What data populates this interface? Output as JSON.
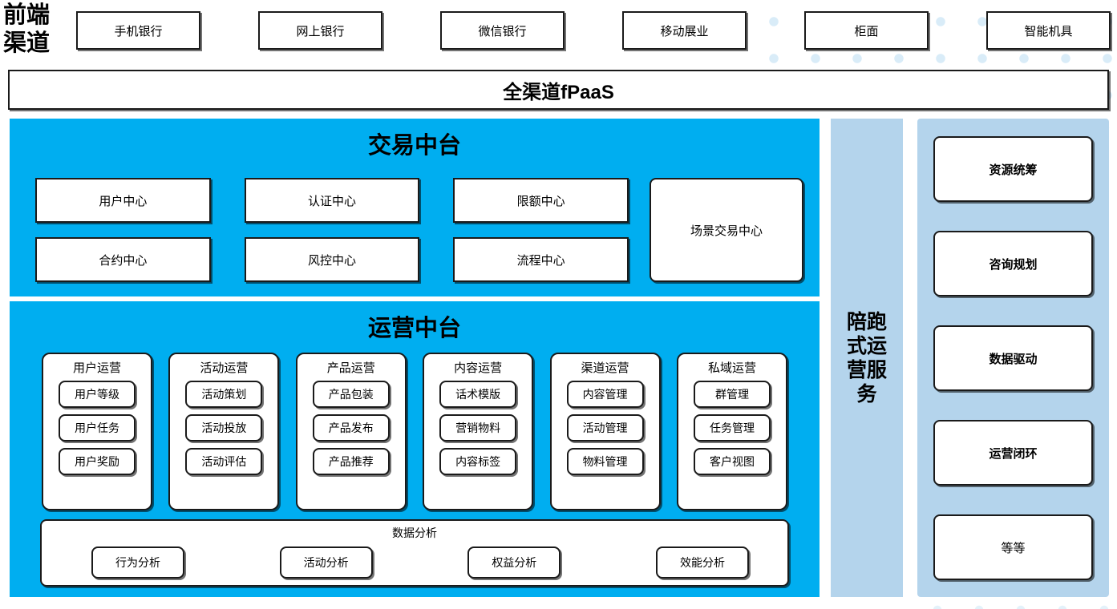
{
  "front_channel": {
    "label": "前端\n渠道",
    "label_line1": "前端",
    "label_line2": "渠道",
    "items": [
      {
        "label": "手机银行"
      },
      {
        "label": "网上银行"
      },
      {
        "label": "微信银行"
      },
      {
        "label": "移动展业"
      },
      {
        "label": "柜面"
      },
      {
        "label": "智能机具"
      }
    ]
  },
  "platform_bar": {
    "label": "全渠道fPaaS"
  },
  "trade_center": {
    "title": "交易中台",
    "cards": [
      {
        "label": "用户中心"
      },
      {
        "label": "认证中心"
      },
      {
        "label": "限额中心"
      },
      {
        "label": "合约中心"
      },
      {
        "label": "风控中心"
      },
      {
        "label": "流程中心"
      }
    ],
    "scene_card": {
      "label": "场景交易中心"
    }
  },
  "ops_center": {
    "title": "运营中台",
    "columns": [
      {
        "title": "用户运营",
        "items": [
          {
            "label": "用户等级"
          },
          {
            "label": "用户任务"
          },
          {
            "label": "用户奖励"
          }
        ]
      },
      {
        "title": "活动运营",
        "items": [
          {
            "label": "活动策划"
          },
          {
            "label": "活动投放"
          },
          {
            "label": "活动评估"
          }
        ]
      },
      {
        "title": "产品运营",
        "items": [
          {
            "label": "产品包装"
          },
          {
            "label": "产品发布"
          },
          {
            "label": "产品推荐"
          }
        ]
      },
      {
        "title": "内容运营",
        "items": [
          {
            "label": "话术模版"
          },
          {
            "label": "营销物料"
          },
          {
            "label": "内容标签"
          }
        ]
      },
      {
        "title": "渠道运营",
        "items": [
          {
            "label": "内容管理"
          },
          {
            "label": "活动管理"
          },
          {
            "label": "物料管理"
          }
        ]
      },
      {
        "title": "私域运营",
        "items": [
          {
            "label": "群管理"
          },
          {
            "label": "任务管理"
          },
          {
            "label": "客户视图"
          }
        ]
      }
    ],
    "data_analysis": {
      "title": "数据分析",
      "items": [
        {
          "label": "行为分析"
        },
        {
          "label": "活动分析"
        },
        {
          "label": "权益分析"
        },
        {
          "label": "效能分析"
        }
      ]
    }
  },
  "accompany_service": {
    "label": "陪跑式运营服务"
  },
  "right_panel": {
    "items": [
      {
        "label": "资源统筹",
        "bold": true
      },
      {
        "label": "咨询规划",
        "bold": true
      },
      {
        "label": "数据驱动",
        "bold": true
      },
      {
        "label": "运营闭环",
        "bold": true
      },
      {
        "label": "等等",
        "bold": false
      }
    ]
  },
  "colors": {
    "cyan_panel": "#00aef0",
    "light_blue_panel": "#b4d4ec",
    "dot_decoration": "#d9ecf8",
    "box_border": "#1a1a1a",
    "box_fill": "#ffffff"
  }
}
